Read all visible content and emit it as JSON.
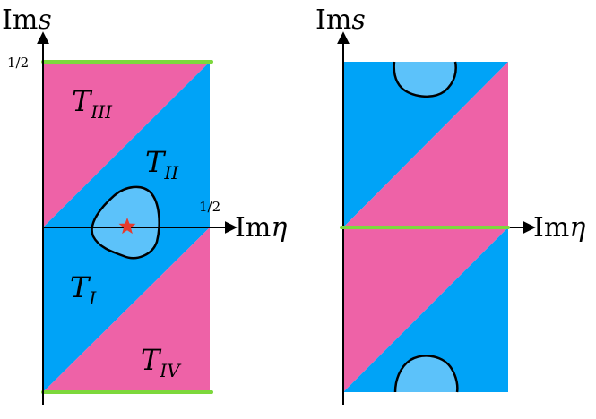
{
  "colors": {
    "pink": "#EE62A7",
    "blue": "#00A3F7",
    "light_blue": "#5CC2FA",
    "green": "#7DD83C",
    "star": "#E53B2F",
    "ink": "#000000"
  },
  "left_panel": {
    "y_axis_label": {
      "main": "Im",
      "var": "s"
    },
    "x_axis_label": {
      "main": "Im",
      "var": "η"
    },
    "y_tick": "1/2",
    "x_tick": "1/2",
    "regions": {
      "t3": {
        "base": "T",
        "sub": "III"
      },
      "t2": {
        "base": "T",
        "sub": "II"
      },
      "t1": {
        "base": "T",
        "sub": "I"
      },
      "t4": {
        "base": "T",
        "sub": "IV"
      }
    }
  },
  "right_panel": {
    "y_axis_label": {
      "main": "Im",
      "var": "s"
    },
    "x_axis_label": {
      "main": "Im",
      "var": "η"
    }
  }
}
